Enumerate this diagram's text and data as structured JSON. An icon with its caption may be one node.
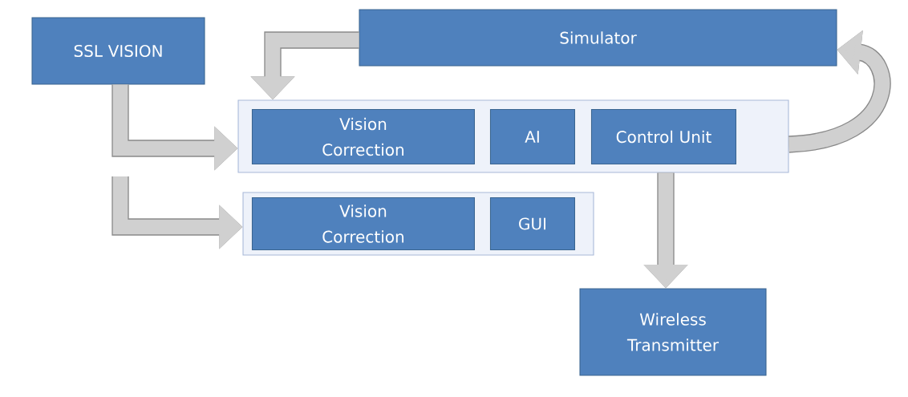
{
  "diagram": {
    "nodes": [
      {
        "text": [
          "SSL VISION"
        ]
      },
      {
        "text": [
          "Simulator"
        ]
      },
      {
        "text": [],
        "shape": "box"
      },
      {
        "text": [
          "Vision Correction"
        ],
        "in": 2
      },
      {
        "text": [
          "AI"
        ],
        "in": 2
      },
      {
        "text": [
          "Control Unit"
        ],
        "in": 2
      },
      {
        "text": [],
        "shape": "box"
      },
      {
        "text": [
          "Vision Correction"
        ],
        "in": 6
      },
      {
        "text": [
          "GUI"
        ],
        "in": 6
      },
      {
        "text": [
          "Wireless Transmitter"
        ]
      }
    ],
    "edges": [
      {
        "from": 0,
        "to": 2,
        "arrow": "to"
      },
      {
        "from": null,
        "to": 6,
        "arrow": "to"
      },
      {
        "from": 1,
        "to": 2,
        "arrow": "to"
      },
      {
        "from": 2,
        "to": 1,
        "arrow": "to"
      },
      {
        "from": 2,
        "to": 9,
        "arrow": "to"
      }
    ]
  }
}
